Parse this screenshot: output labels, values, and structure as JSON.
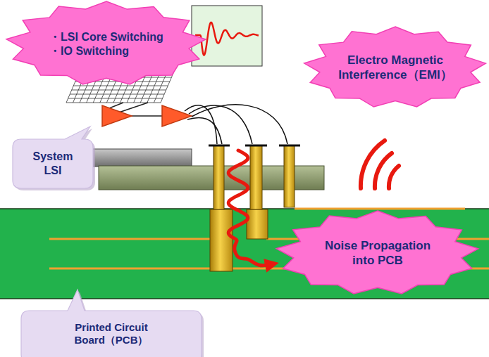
{
  "diagram": {
    "nodes": [
      {
        "text": [
          "・LSI Core Switching",
          "・IO Switching"
        ]
      },
      {
        "text": [
          "Electro Magnetic Interference（EMI）"
        ]
      },
      {
        "text": [
          "System LSI"
        ]
      },
      {
        "text": [
          "Noise Propagation into PCB"
        ]
      },
      {
        "text": [
          "Printed Circuit Board（PCB）"
        ]
      }
    ]
  }
}
